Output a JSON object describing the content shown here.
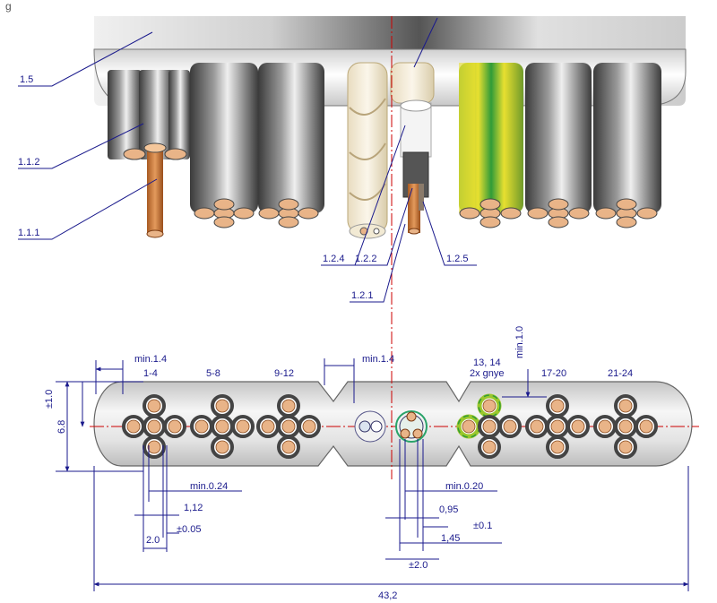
{
  "top_fragment": "g",
  "colors": {
    "blue": "#1a1a8c",
    "red_axis": "#cc0000",
    "copper": "#e9b488",
    "jacket_light": "#d9d9d9",
    "yellow": "#e8e030",
    "green": "#2f9b38"
  },
  "callouts": {
    "c15": "1.5",
    "c112": "1.1.2",
    "c111": "1.1.1",
    "c124": "1.2.4",
    "c122": "1.2.2",
    "c125": "1.2.5",
    "c121": "1.2.1"
  },
  "groups": [
    "1-4",
    "5-8",
    "9-12",
    "13, 14",
    "2x gnye",
    "17-20",
    "21-24"
  ],
  "dims": {
    "min14_left": "min.1.4",
    "min14_mid": "min.1.4",
    "min10": "min.1.0",
    "tol10": "±1.0",
    "h68": "6.8",
    "min024": "min.0.24",
    "d112": "1,12",
    "tol005": "±0.05",
    "d20": "2.0",
    "min020": "min.0.20",
    "d095": "0,95",
    "tol01": "±0.1",
    "d145": "1,45",
    "tol20": "±2.0",
    "w432": "43,2"
  }
}
